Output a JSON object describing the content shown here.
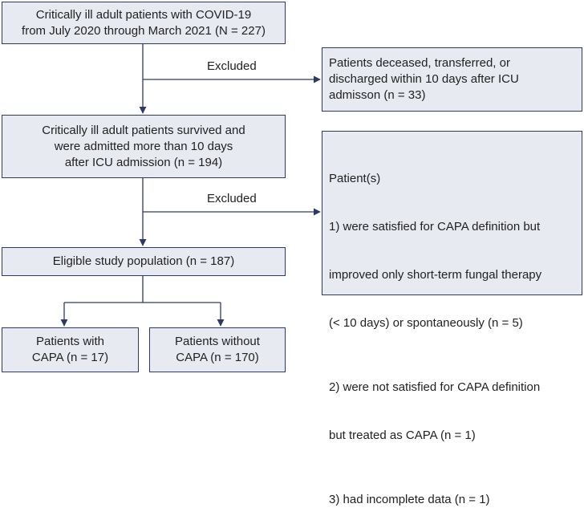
{
  "boxes": {
    "initial": [
      "Critically ill adult patients with COVID-19",
      "from July 2020 through March 2021 (N = 227)"
    ],
    "excluded1": [
      "Patients deceased, transferred, or",
      "discharged within 10 days after ICU",
      "admisson (n = 33)"
    ],
    "survived": [
      "Critically ill adult patients survived and",
      "were admitted more than 10 days",
      "after ICU admission (n = 194)"
    ],
    "excluded2": {
      "heading": "Patient(s)",
      "item1": [
        "  1) were satisfied for CAPA definition but",
        "improved only short-term fungal therapy",
        "(< 10 days) or spontaneously (n = 5)"
      ],
      "item2": [
        "  2) were not satisfied for CAPA definition",
        "but treated as CAPA (n = 1)"
      ],
      "item3": "  3) had incomplete data (n = 1)"
    },
    "eligible": "Eligible study population (n = 187)",
    "with_capa": [
      "Patients with",
      "CAPA (n = 17)"
    ],
    "without_capa": [
      "Patients without",
      "CAPA (n = 170)"
    ]
  },
  "labels": {
    "excluded_top": "Excluded",
    "excluded_bottom": "Excluded"
  },
  "colors": {
    "box_fill": "#e8eaf2",
    "box_border": "#2e3a66",
    "arrow": "#2e3a66"
  }
}
